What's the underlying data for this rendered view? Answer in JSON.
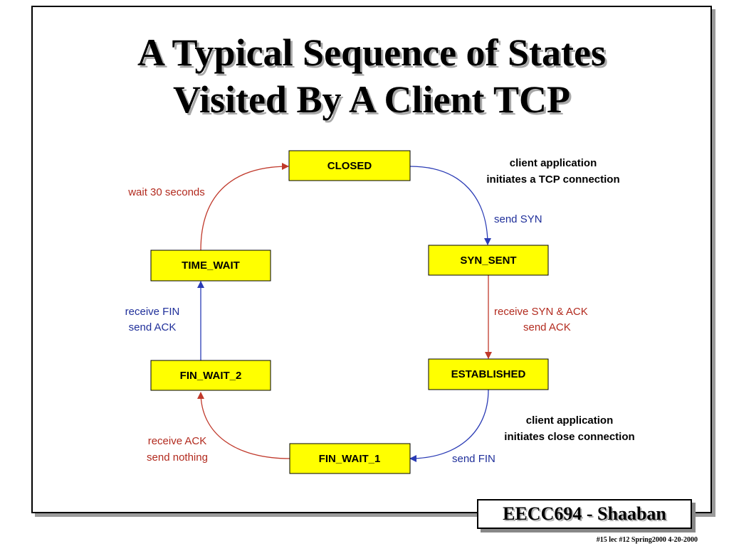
{
  "slide": {
    "title_line1": "A Typical Sequence of States",
    "title_line2": "Visited By A Client TCP",
    "footer_label": "EECC694 - Shaaban",
    "footnote": "#15  lec #12   Spring2000    4-20-2000"
  },
  "states": {
    "closed": "CLOSED",
    "syn_sent": "SYN_SENT",
    "established": "ESTABLISHED",
    "fin_wait_1": "FIN_WAIT_1",
    "fin_wait_2": "FIN_WAIT_2",
    "time_wait": "TIME_WAIT"
  },
  "notes": {
    "connect_line1": "client application",
    "connect_line2": "initiates a TCP connection",
    "send_syn": "send SYN",
    "recv_synack_line1": "receive SYN & ACK",
    "recv_synack_line2": "send ACK",
    "close_line1": "client application",
    "close_line2": "initiates close connection",
    "send_fin": "send FIN",
    "recv_ack_line1": "receive  ACK",
    "recv_ack_line2": "send nothing",
    "recv_fin_line1": "receive FIN",
    "recv_fin_line2": "send ACK",
    "wait": "wait 30 seconds"
  },
  "colors": {
    "state_fill": "#ffff00",
    "red_transition": "#c0392b",
    "blue_transition": "#2a3bb5"
  }
}
